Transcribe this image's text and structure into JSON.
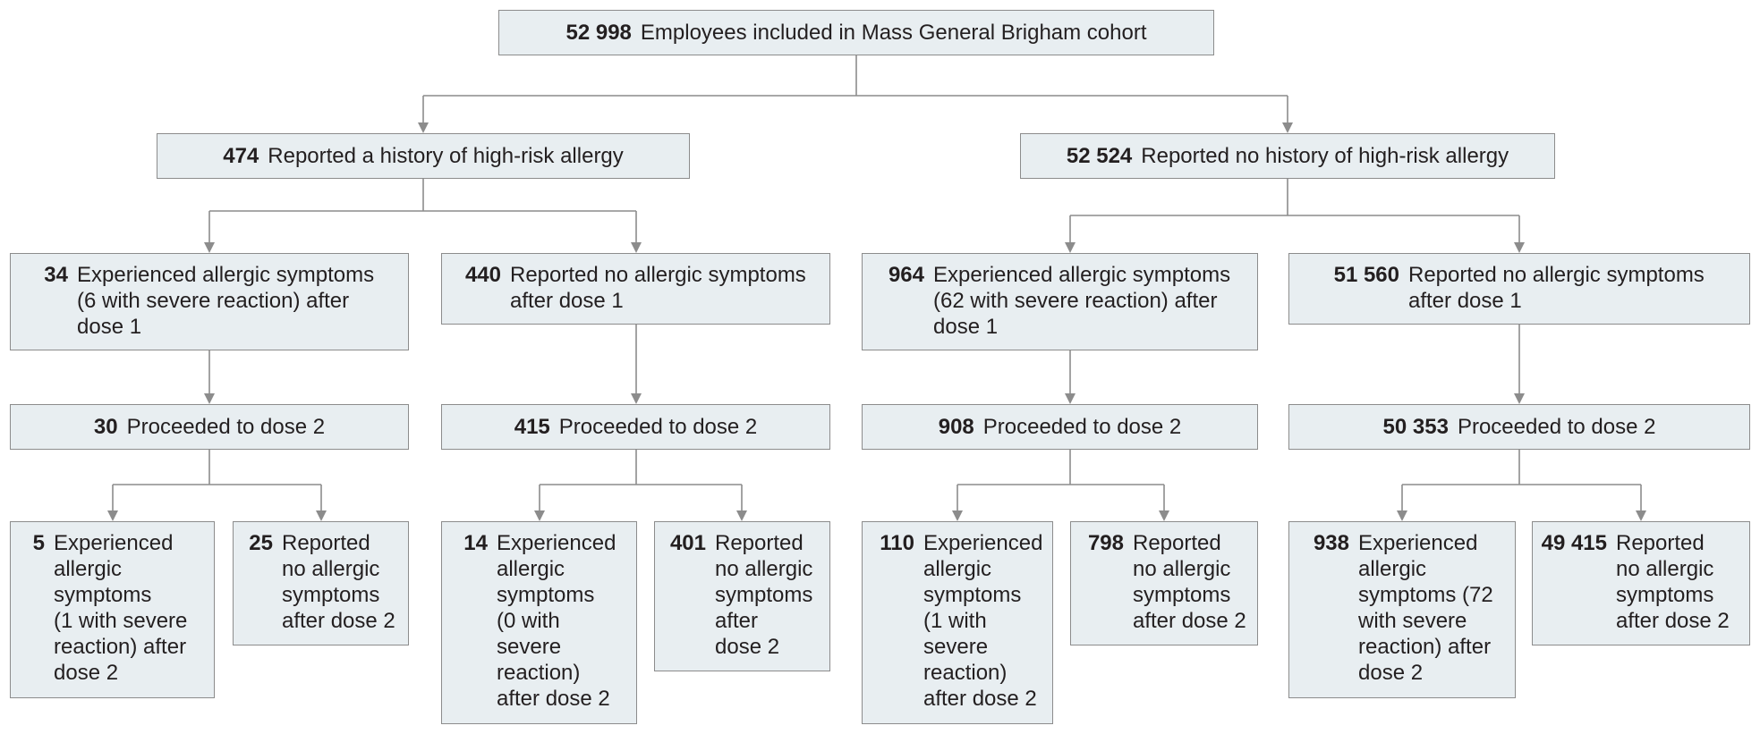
{
  "nodes": {
    "root": {
      "count": "52 998",
      "text": "Employees included in Mass General Brigham cohort"
    },
    "l1_left": {
      "count": "474",
      "text": "Reported a history of high-risk allergy"
    },
    "l1_right": {
      "count": "52 524",
      "text": "Reported no history of high-risk allergy"
    },
    "l2_a": {
      "count": "34",
      "text": "Experienced allergic symptoms\n(6 with severe reaction) after\ndose 1"
    },
    "l2_b": {
      "count": "440",
      "text": "Reported no allergic symptoms\nafter dose 1"
    },
    "l2_c": {
      "count": "964",
      "text": "Experienced allergic symptoms\n(62 with severe reaction) after\ndose 1"
    },
    "l2_d": {
      "count": "51 560",
      "text": "Reported no allergic symptoms\nafter dose 1"
    },
    "l3_a": {
      "count": "30",
      "text": "Proceeded to dose 2"
    },
    "l3_b": {
      "count": "415",
      "text": "Proceeded to dose 2"
    },
    "l3_c": {
      "count": "908",
      "text": "Proceeded to dose 2"
    },
    "l3_d": {
      "count": "50 353",
      "text": "Proceeded to dose 2"
    },
    "l4_a1": {
      "count": "5",
      "text": "Experienced\nallergic\nsymptoms\n(1 with severe\nreaction) after\ndose 2"
    },
    "l4_a2": {
      "count": "25",
      "text": "Reported\nno allergic\nsymptoms\nafter dose 2"
    },
    "l4_b1": {
      "count": "14",
      "text": "Experienced\nallergic\nsymptoms\n(0 with\nsevere\nreaction)\nafter dose 2"
    },
    "l4_b2": {
      "count": "401",
      "text": "Reported\nno allergic\nsymptoms\nafter\ndose 2"
    },
    "l4_c1": {
      "count": "110",
      "text": "Experienced\nallergic\nsymptoms\n(1 with\nsevere\nreaction)\nafter dose 2"
    },
    "l4_c2": {
      "count": "798",
      "text": "Reported\nno allergic\nsymptoms\nafter dose 2"
    },
    "l4_d1": {
      "count": "938",
      "text": "Experienced\nallergic\nsymptoms (72\nwith severe\nreaction) after\ndose 2"
    },
    "l4_d2": {
      "count": "49 415",
      "text": "Reported\nno allergic\nsymptoms\nafter dose 2"
    }
  },
  "colors": {
    "box_fill": "#e8eef1",
    "box_border": "#8c8c8c",
    "line": "#8c8c8c",
    "text": "#231f20"
  }
}
